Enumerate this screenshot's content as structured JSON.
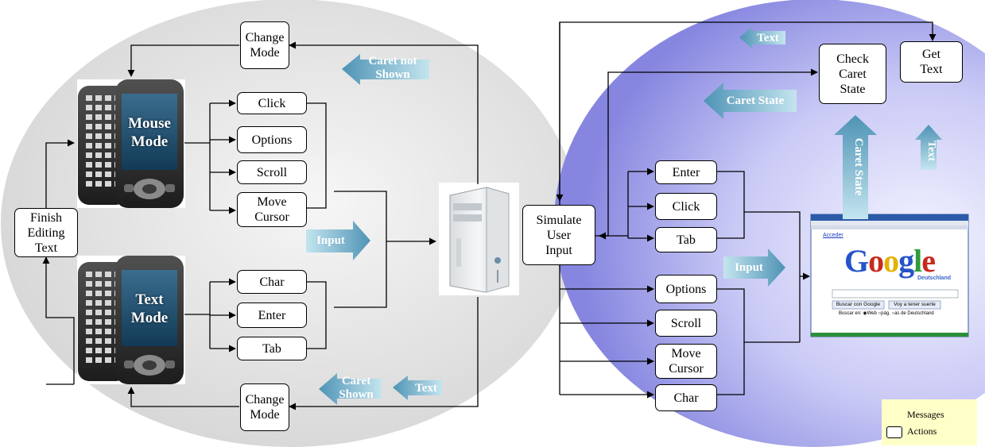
{
  "mobile": {
    "change_mode_top": "Change\nMode",
    "change_mode_bottom": "Change\nMode",
    "finish_editing": "Finish\nEditing\nText",
    "mouse_mode_label": "Mouse\nMode",
    "text_mode_label": "Text\nMode",
    "mouse_actions": [
      "Click",
      "Options",
      "Scroll",
      "Move\nCursor"
    ],
    "text_actions": [
      "Char",
      "Enter",
      "Tab"
    ]
  },
  "messages": {
    "caret_not_shown": "Caret not\nShown",
    "caret_shown": "Caret\nShown",
    "text_left": "Text",
    "input_left": "Input",
    "text_top": "Text",
    "caret_state_horizontal": "Caret State",
    "caret_state_vertical": "Caret State",
    "text_vertical": "Text",
    "input_right": "Input"
  },
  "pc": {
    "simulate": "Simulate\nUser\nInput",
    "check_caret": "Check\nCaret\nState",
    "get_text": "Get\nText",
    "actions": [
      "Enter",
      "Click",
      "Tab",
      "Options",
      "Scroll",
      "Move\nCursor",
      "Char"
    ]
  },
  "browser": {
    "signin": "Acceder",
    "logo": "Google",
    "logo_sub": "Deutschland",
    "button_search": "Buscar con Google",
    "button_lucky": "Voy a tener suerte",
    "search_in": "Buscar en: ◉Web  ○pág.  ○as de Deutschland"
  },
  "legend": {
    "messages": "Messages",
    "actions": "Actions"
  },
  "colors": {
    "arrow": "#6aa9c8",
    "left_circle": "#e4e4e4",
    "mid_circle": "#aee0ee",
    "right_circle": "#b3b3f0"
  }
}
